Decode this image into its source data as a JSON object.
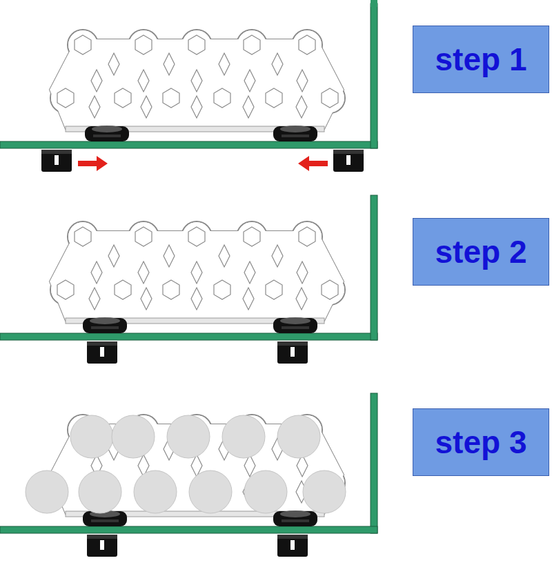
{
  "diagram": {
    "nodes": [
      {
        "text": [
          "step 1"
        ]
      },
      {
        "text": [
          "step 2"
        ]
      },
      {
        "text": [
          "step 3"
        ]
      }
    ]
  }
}
